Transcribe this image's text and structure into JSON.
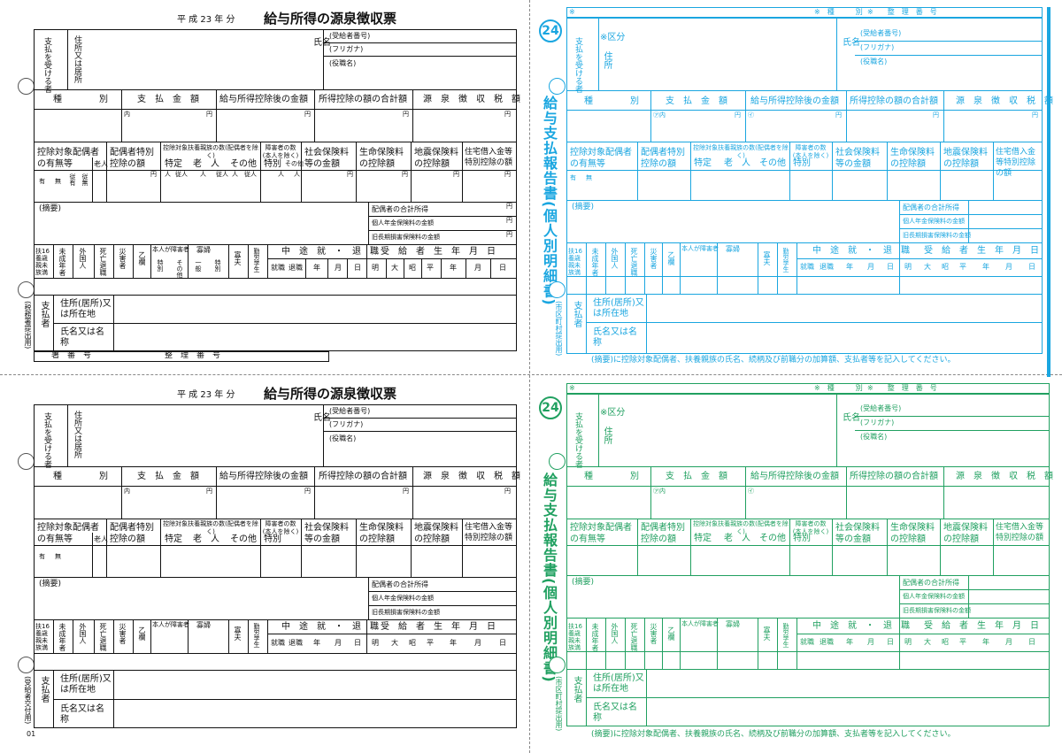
{
  "withholding_slip": {
    "year_label": "平 成 23 年 分",
    "title": "給与所得の源泉徴収票",
    "payee_label": "支払を受ける者",
    "address_label": "住所又は居所",
    "name_label": "氏名",
    "recipient_number": "(受給者番号)",
    "furigana": "(フリガナ)",
    "position": "(役職名)",
    "col_type": "種　　　別",
    "col_payment": "支　払　金　額",
    "col_after_deduction": "給与所得控除後の金額",
    "col_deduction_total": "所得控除の額の合計額",
    "col_tax": "源　泉　徴　収　税　額",
    "yen": "円",
    "spouse_presence": "控除対象配偶者の有無等",
    "spouse_special": "配偶者特別控除の額",
    "dependents_count": "控除対象扶養親族の数(配偶者を除く)",
    "disabled_count": "障害者の数(本人を除く)",
    "social_insurance": "社会保険料等の金額",
    "life_insurance": "生命保険料の控除額",
    "earthquake_insurance": "地震保険料の控除額",
    "housing_loan": "住宅借入金等特別控除の額",
    "elderly_flag": "老人",
    "sub_specific": "特定",
    "sub_elderly": "老　人",
    "sub_other": "その他",
    "sub_special": "特別",
    "sub_other_small": "その他",
    "has": "有",
    "none": "無",
    "employed": "従有",
    "dependent": "従無",
    "person": "人",
    "persons_cohabit": "従人",
    "inner": "内",
    "remarks": "(摘要)",
    "spouse_income": "配偶者の合計所得",
    "pension_premium": "個人年金保険料の金額",
    "long_term_premium": "旧長期損害保険料の金額",
    "col_under16": "扶16養歳親未族満",
    "col_minor": "未成年者",
    "col_foreigner": "外国人",
    "col_death_retire": "死亡退職",
    "col_disaster": "災害者",
    "col_otsu": "乙欄",
    "col_self_disabled": "本人が障害者",
    "col_widow": "寡婦",
    "col_special": "特別",
    "col_other": "その他",
    "col_general": "一般",
    "col_widower": "寡夫",
    "col_student": "勤労学生",
    "midyear": "中　途　就　・　退　職",
    "hire": "就職",
    "retire": "退職",
    "year": "年",
    "month": "月",
    "day": "日",
    "birth": "受　給　者　生　年　月　日",
    "meiji": "明",
    "taisho": "大",
    "showa": "昭",
    "heisei": "平",
    "payer": "支払者",
    "payer_address": "住所(居所)又は所在地",
    "payer_name": "氏名又は名称",
    "office_number": "署　番　号",
    "ref_number": "整　理　番　号",
    "side_tax_office": "(税務署提出用)",
    "side_recipient": "(受給者交付用)",
    "page_code": "01"
  },
  "payment_report": {
    "circle_number": "24",
    "vertical_title": "給与支払報告書(個人別明細書)",
    "star": "※",
    "kind": "※　種　　　別",
    "ref": "※　　整　理　番　号",
    "category": "※区分",
    "address": "住所",
    "circle_a": "㋐内",
    "circle_b": "㋑",
    "side_city": "(市区町村提出用)",
    "footnote": "(摘要)に控除対象配偶者、扶養親族の氏名、続柄及び前職分の加算額、支払者等を記入してください。"
  },
  "colors": {
    "black": "#111111",
    "blue": "#1aa6e0",
    "green": "#20a060"
  }
}
